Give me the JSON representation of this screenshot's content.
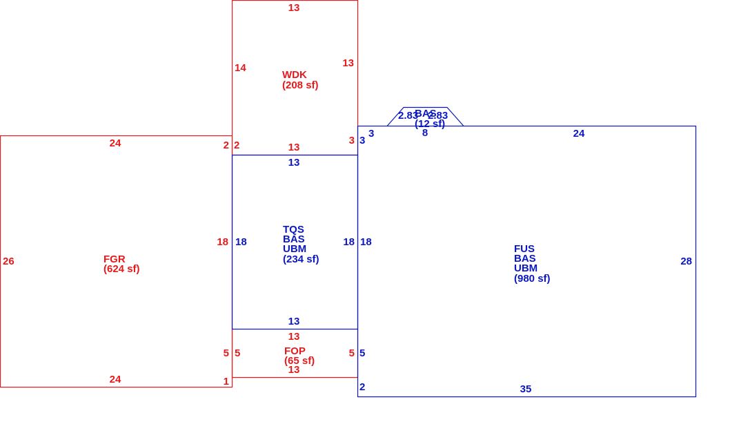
{
  "colors": {
    "red": "#e41a1c",
    "blue": "#0b17c2"
  },
  "areas": {
    "wdk": {
      "code": "WDK",
      "area": "(208 sf)"
    },
    "fgr": {
      "code": "FGR",
      "area": "(624 sf)"
    },
    "tqs": {
      "line1": "TQS",
      "line2": "BAS",
      "line3": "UBM",
      "area": "(234 sf)"
    },
    "fop": {
      "code": "FOP",
      "area": "(65 sf)"
    },
    "fus": {
      "line1": "FUS",
      "line2": "BAS",
      "line3": "UBM",
      "area": "(980 sf)"
    },
    "bay": {
      "code": "BAS",
      "area": "(12 sf)",
      "side_left": "2.83",
      "side_right": "2.83"
    }
  },
  "dimensions": {
    "wdk_top": "13",
    "wdk_left": "14",
    "wdk_right": "13",
    "wdk_bottom": "13",
    "fgr_top": "24",
    "fgr_left": "26",
    "fgr_right": "18",
    "fgr_right_low": "5",
    "fgr_bottom": "24",
    "fgr_right_top": "2",
    "fgr_corner": "1",
    "tqs_top": "13",
    "tqs_left": "18",
    "tqs_right": "18",
    "tqs_bottom": "13",
    "tqs_left_top": "2",
    "fop_top": "13",
    "fop_left": "5",
    "fop_right": "5",
    "fop_bottom": "13",
    "wdk_right_low": "3",
    "fus_left_top": "3",
    "fus_left_top2": "3",
    "fus_bay": "8",
    "fus_top": "24",
    "fus_left": "18",
    "fus_right": "28",
    "fus_bottom": "35",
    "fus_left_low": "5",
    "fus_left_bottom": "2"
  }
}
